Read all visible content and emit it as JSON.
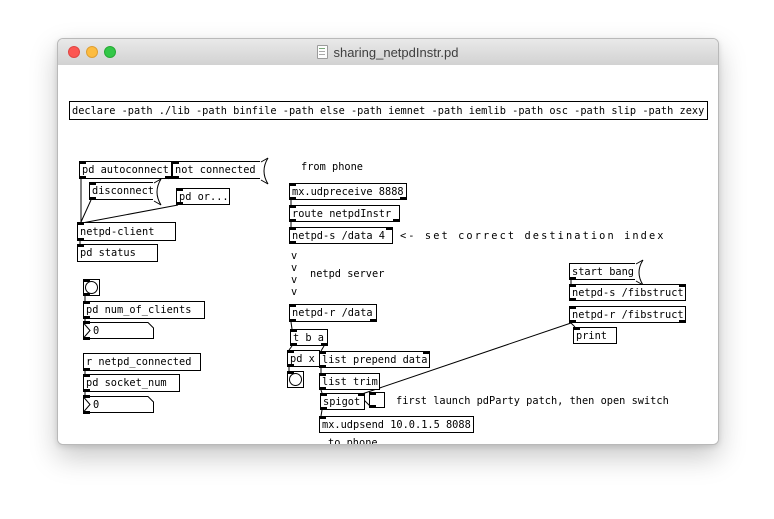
{
  "window": {
    "title": "sharing_netpdInstr.pd",
    "traffic_lights": {
      "close": "#fc5753",
      "minimize": "#fdbc40",
      "zoom": "#33c748",
      "close_border": "#df4744",
      "minimize_border": "#de9f34",
      "zoom_border": "#27aa35"
    }
  },
  "patch": {
    "declare_text": "declare -path ./lib -path binfile -path else -path iemnet -path iemlib -path osc -path slip -path zexy",
    "objects": {
      "pd_autoconnect": "pd autoconnect",
      "pd_or": "pd or...",
      "netpd_client": "netpd-client",
      "pd_status": "pd status",
      "pd_num_of_clients": "pd num_of_clients",
      "r_netpd_connected": "r netpd_connected",
      "pd_socket_num": "pd socket_num",
      "mx_udpreceive": "mx.udpreceive 8888",
      "route_netpdinstr": "route netpdInstr",
      "netpd_s_data": "netpd-s /data 4",
      "netpd_r_data": "netpd-r /data",
      "t_b_a": "t b a",
      "pd_x": "pd x",
      "list_prepend": "list prepend data",
      "list_trim": "list trim",
      "spigot": "spigot",
      "mx_udpsend": "mx.udpsend 10.0.1.5 8088",
      "netpd_s_fib": "netpd-s /fibstruct",
      "netpd_r_fib": "netpd-r /fibstruct",
      "print": "print"
    },
    "messages": {
      "not_connected": "not connected",
      "disconnect": "disconnect",
      "start_bang": "start bang"
    },
    "number_boxes": {
      "num_of_clients": "0",
      "socket_num": "0"
    },
    "comments": {
      "from_phone": "from phone",
      "set_index": "<- set correct destination index",
      "v": "v",
      "netpd_server": "netpd server",
      "first_launch": "first launch pdParty patch, then open switch",
      "to_phone": "to phone"
    }
  }
}
